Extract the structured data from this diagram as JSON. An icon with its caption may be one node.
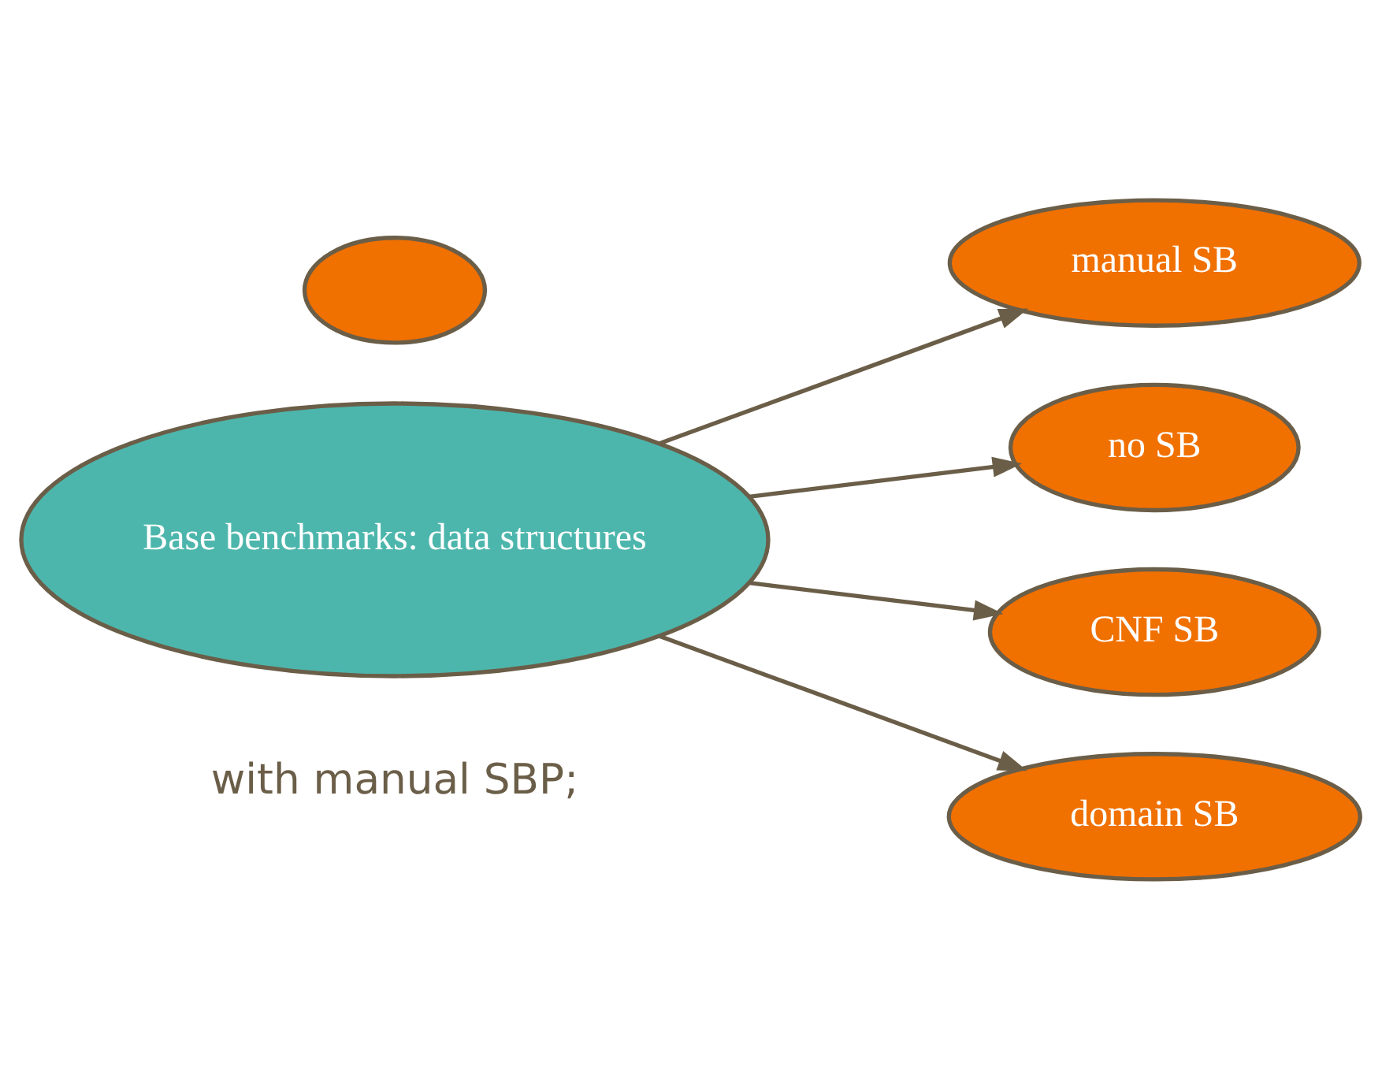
{
  "diagram": {
    "nodes": [
      {
        "text": [
          "Base benchmarks: data structures"
        ]
      },
      {
        "text": [
          "manual SB"
        ]
      },
      {
        "text": [
          "no SB"
        ]
      },
      {
        "text": [
          "CNF SB"
        ]
      },
      {
        "text": [
          "domain SB"
        ]
      },
      {
        "text": [],
        "shape": "ellipse"
      }
    ],
    "edges": [
      {
        "from": 0,
        "to": 1,
        "arrow": "to"
      },
      {
        "from": 0,
        "to": 2,
        "arrow": "to"
      },
      {
        "from": 0,
        "to": 3,
        "arrow": "to"
      },
      {
        "from": 0,
        "to": 4,
        "arrow": "to"
      }
    ],
    "labels": [
      "with manual SBP;"
    ]
  }
}
